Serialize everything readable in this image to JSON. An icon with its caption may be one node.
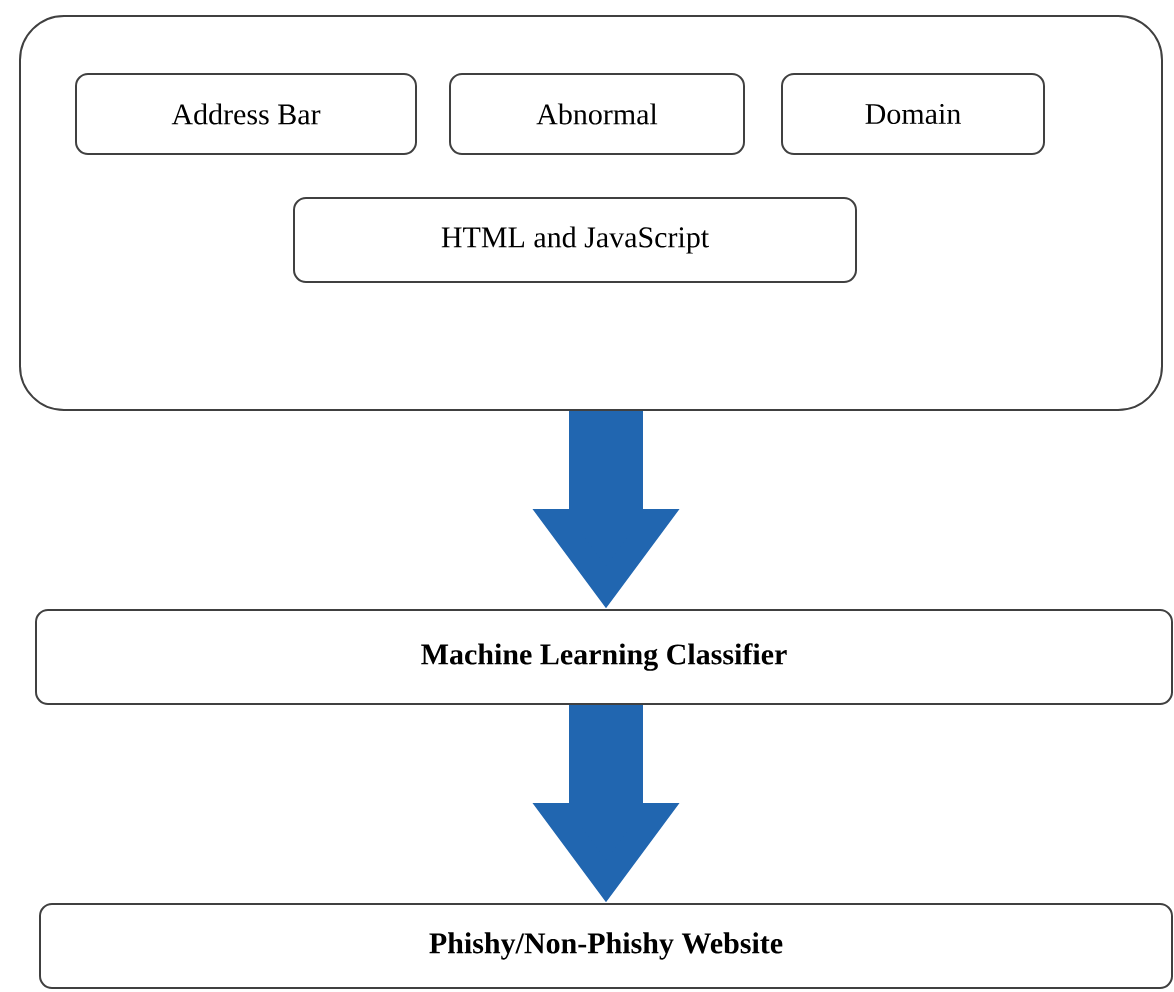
{
  "diagram": {
    "nodes": [
      {
        "text": [],
        "shape": "box"
      },
      {
        "text": [
          "Address Bar"
        ],
        "in": 0
      },
      {
        "text": [
          "Abnormal"
        ],
        "in": 0
      },
      {
        "text": [
          "Domain"
        ],
        "in": 0
      },
      {
        "text": [
          "HTML and JavaScript"
        ],
        "in": 0
      },
      {
        "text": [
          "Machine Learning Classifier"
        ]
      },
      {
        "text": [
          "Phishy/Non-Phishy Website"
        ]
      }
    ],
    "edges": [
      {
        "from": 0,
        "to": 5,
        "arrow": "to"
      },
      {
        "from": 5,
        "to": 6,
        "arrow": "to"
      }
    ]
  }
}
